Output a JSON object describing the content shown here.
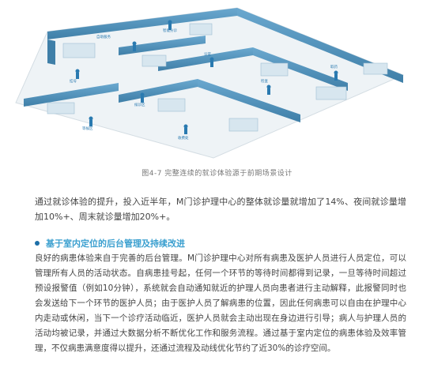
{
  "figure": {
    "caption": "图4-7 完整连续的就诊体验源于前期场景设计",
    "labels": [
      "自助服务",
      "智能分诊",
      "诊室",
      "检查",
      "取药",
      "挂号",
      "候诊区",
      "收费处",
      "等候区"
    ],
    "colors": {
      "wall": "#5b9cc4",
      "wall_dark": "#3f7fa8",
      "floor": "#e8eef2",
      "accent": "#2a7ab0"
    }
  },
  "body": {
    "paragraph1": "通过就诊体验的提升，投入近半年，M门诊护理中心的整体就诊量就增加了14%、夜间就诊量增加10%+、周末就诊量增加20%+。",
    "heading": "基于室内定位的后台管理及持续改进",
    "paragraph2": "良好的病患体验来自于完善的后台管理。M门诊护理中心对所有病患及医护人员进行人员定位，可以管理所有人员的活动状态。自病患挂号起，任何一个环节的等待时间都得到记录，一旦等待时间超过预设报警值（例如10分钟），系统就会自动通知就近的护理人员向患者进行主动解释，此报警同时也会发送给下一个环节的医护人员；由于医护人员了解病患的位置，因此任何病患可以自由在护理中心内走动或休闲，当下一个诊疗活动临近，医护人员就会主动出现在身边进行引导；病人与护理人员的活动均被记录，并通过大数据分析不断优化工作和服务流程。通过基于室内定位的病患体验及效率管理，不仅病患满意度得以提升，还通过流程及动线优化节约了近30%的诊疗空间。"
  }
}
